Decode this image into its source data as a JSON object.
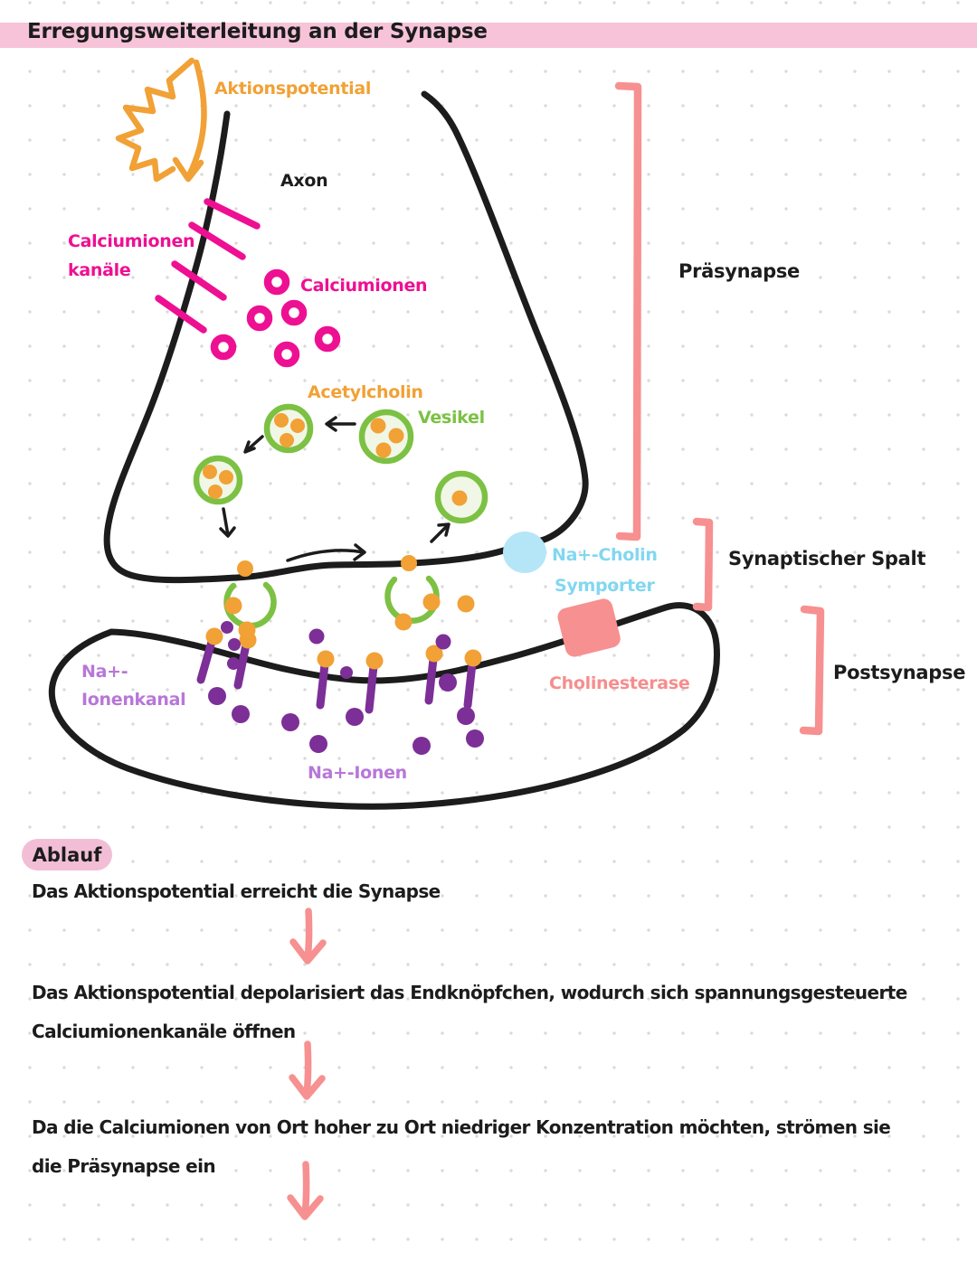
{
  "page": {
    "title": "Erregungsweiterleitung an der Synapse"
  },
  "colors": {
    "ink": "#1c1c1c",
    "header_pink": "#f6c3d9",
    "highlight_pink": "#f2bed6",
    "orange": "#f1a135",
    "magenta": "#ee1092",
    "green": "#7cc143",
    "vesicle_fill": "#f1f7e6",
    "light_blue": "#b5e6f7",
    "cyan_text": "#82d7f0",
    "salmon": "#f79090",
    "salmon_text": "#f78d8d",
    "purple": "#7c2f97",
    "light_purple": "#b777d8"
  },
  "diagram": {
    "labels": {
      "aktionspotential": "Aktionspotential",
      "axon": "Axon",
      "calciumionen_kanaele_line1": "Calciumionen",
      "calciumionen_kanaele_line2": "kanäle",
      "calciumionen": "Calciumionen",
      "acetylcholin": "Acetylcholin",
      "vesikel": "Vesikel",
      "na_cholin_line1": "Na+-Cholin",
      "na_cholin_line2": "Symporter",
      "praesynapse": "Präsynapse",
      "synaptischer_spalt": "Synaptischer Spalt",
      "postsynapse": "Postsynapse",
      "cholinesterase": "Cholinesterase",
      "na_ionenkanal_line1": "Na+-",
      "na_ionenkanal_line2": "Ionenkanal",
      "na_ionen": "Na+-Ionen"
    }
  },
  "ablauf": {
    "heading": "Ablauf",
    "steps": [
      {
        "lines": [
          "Das Aktionspotential erreicht die Synapse",
          ""
        ]
      },
      {
        "lines": [
          "Das Aktionspotential depolarisiert das Endknöpfchen, wodurch sich spannungsgesteuerte",
          "Calciumionenkanäle öffnen"
        ]
      },
      {
        "lines": [
          "Da die Calciumionen von Ort hoher zu Ort niedriger Konzentration möchten, strömen sie",
          "die Präsynapse ein"
        ]
      }
    ]
  }
}
